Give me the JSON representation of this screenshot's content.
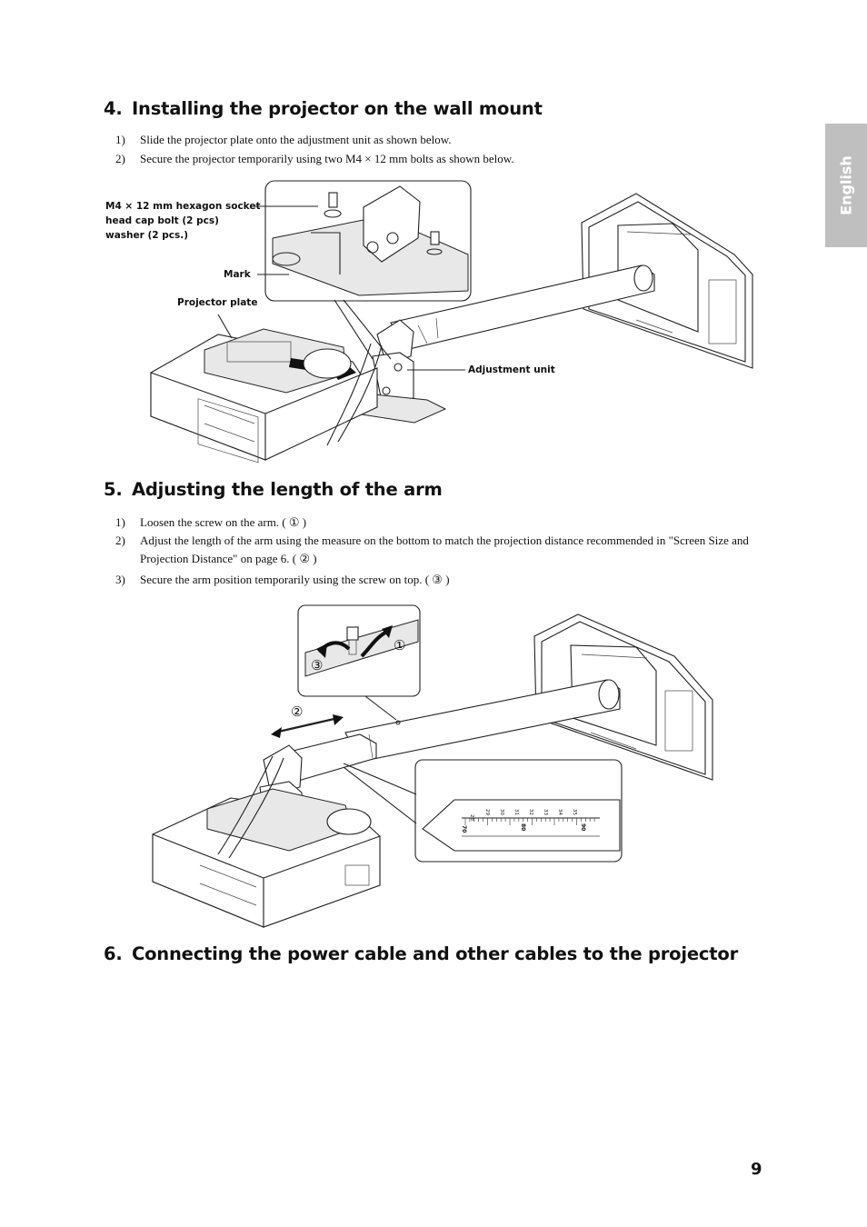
{
  "side_tab": {
    "label": "English"
  },
  "page_number": "9",
  "section4": {
    "number": "4.",
    "title": "Installing the projector on the wall mount",
    "steps": [
      {
        "n": "1)",
        "text": "Slide the projector plate onto the adjustment unit as shown below."
      },
      {
        "n": "2)",
        "text": "Secure the projector temporarily using two M4 × 12 mm bolts as shown below."
      }
    ],
    "callouts": {
      "bolt_line1": "M4 × 12 mm hexagon socket",
      "bolt_line2": "head cap bolt (2 pcs)",
      "bolt_line3": "washer (2 pcs.)",
      "mark": "Mark",
      "projector_plate": "Projector plate",
      "adjustment_unit": "Adjustment unit"
    }
  },
  "section5": {
    "number": "5.",
    "title": "Adjusting the length of the arm",
    "steps": [
      {
        "n": "1)",
        "text": "Loosen the screw on the arm. ( ① )"
      },
      {
        "n": "2)",
        "text": "Adjust the length of the arm using the measure on the bottom to match the projection distance recommended in \"Screen Size and Projection Distance\" on page 6. ( ② )"
      },
      {
        "n": "3)",
        "text": "Secure the arm position temporarily using the screw on top. ( ③ )"
      }
    ],
    "markers": {
      "m1": "①",
      "m2": "②",
      "m3": "③"
    },
    "scale_top": [
      "28",
      "29",
      "30",
      "31",
      "32",
      "33",
      "34",
      "35"
    ],
    "scale_bottom": [
      "70",
      "80",
      "90"
    ]
  },
  "section6": {
    "number": "6.",
    "title": "Connecting the power cable and other cables to the projector"
  }
}
